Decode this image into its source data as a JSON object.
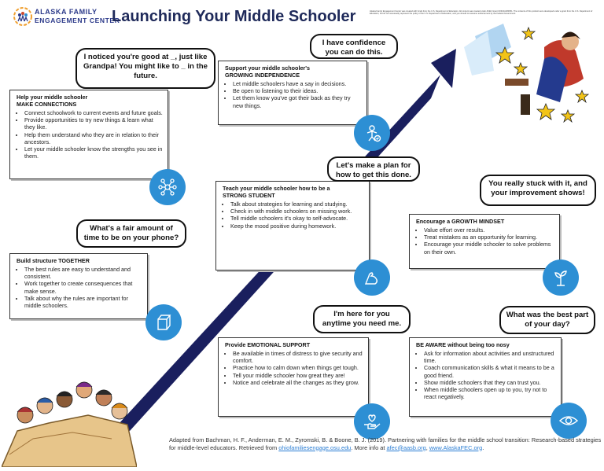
{
  "header": {
    "org_line1": "ALASKA FAMILY",
    "org_line2": "ENGAGEMENT CENTER",
    "title": "Launching Your Middle Schooler",
    "fine_print": "Alaska Family Engagement Center was created with funds from the U.S. Department of Education. All content was created under AFEC Grant #U310A180051. The contents of this product were developed under a grant from the U.S. Department of Education, but do not necessarily represent the policy of the U.S. Department of Education, and you should not assume endorsement by the Federal Government."
  },
  "cards": {
    "connections": {
      "title1": "Help your middle schooler",
      "title2": "MAKE CONNECTIONS",
      "items": [
        "Connect schoolwork to current events and future goals.",
        "Provide opportunities to try new things & learn what they like.",
        "Help them understand who they are in relation to their ancestors.",
        "Let your middle schooler know the strengths you see in them."
      ]
    },
    "independence": {
      "title1": "Support your middle schooler's",
      "title2": "GROWING INDEPENDENCE",
      "items": [
        "Let middle schoolers have a say in decisions.",
        "Be open to listening to their ideas.",
        "Let them know you've got their back as they try new things."
      ]
    },
    "student": {
      "title1": "Teach your middle schooler how to be a",
      "title2": "STRONG STUDENT",
      "items": [
        "Talk about strategies for learning and studying.",
        "Check in with middle schoolers on missing work.",
        "Tell middle schoolers it's okay to self-advocate.",
        "Keep the mood positive during homework."
      ]
    },
    "growth": {
      "title1": "Encourage a GROWTH MINDSET",
      "items": [
        "Value effort over results.",
        "Treat mistakes as an opportunity for learning.",
        "Encourage your middle schooler to solve problems on their own."
      ]
    },
    "structure": {
      "title1": "Build structure TOGETHER",
      "items": [
        "The best rules are easy to understand and consistent.",
        "Work together to create consequences that make sense.",
        "Talk about why the rules are important for middle schoolers."
      ]
    },
    "emotional": {
      "title1": "Provide  EMOTIONAL SUPPORT",
      "items": [
        "Be available in times of distress to give security and comfort.",
        "Practice how to calm down when things get tough.",
        "Tell your middle schooler how great they are!",
        "Notice and celebrate all the changes as they grow."
      ]
    },
    "aware": {
      "title1": "BE AWARE without being too nosy",
      "items": [
        "Ask for information about activities and unstructured time.",
        "Coach communication skills & what it means to be a good friend.",
        "Show middle schoolers that they can trust you.",
        "When middle schoolers open up to you, try not to react negatively."
      ]
    }
  },
  "bubbles": {
    "grandpa": "I noticed you're good at _, just like Grandpa! You might like to _ in the future.",
    "confidence": "I have confidence you can do this.",
    "plan": "Let's make a plan for how to get this done.",
    "stuck": "You really stuck with it, and your improvement shows!",
    "phone": "What's a fair amount of time to be on your phone?",
    "here": "I'm here for you anytime you need me.",
    "bestpart": "What was the best part of your day?"
  },
  "footer": {
    "text": "Adapted from Bachman, H. F., Anderman, E. M., Zyromski, B. & Boone, B. J. (2019). Partnering with families for the middle school transition: Research-based strategies for middle-level educators. Retrieved from ",
    "link1": "ohiofamiliesengage.osu.edu",
    "mid": ". More info at ",
    "link2": "afec@aasb.org",
    "sep": ", ",
    "link3": "www.AlaskaFEC.org",
    "end": "."
  },
  "colors": {
    "accent_blue": "#2d8fd4",
    "title_navy": "#1f2a5a",
    "rocket_navy": "#1a1f5e"
  },
  "icons": [
    "network-icon",
    "person-check-icon",
    "cube-icon",
    "flexed-arm-icon",
    "sprout-icon",
    "heart-hand-icon",
    "eye-icon",
    "rocket-trail",
    "star-icon"
  ]
}
